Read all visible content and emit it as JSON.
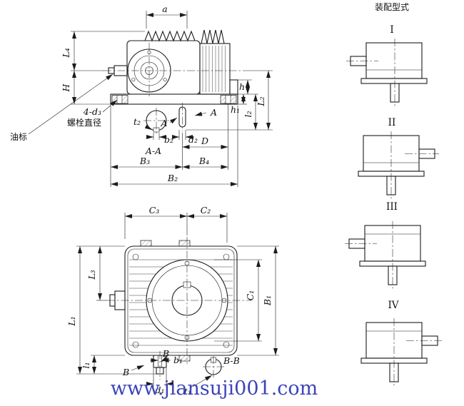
{
  "watermark": {
    "text": "www.jiansuji001.com",
    "color": "#3c43bb"
  },
  "assembly_panel": {
    "title": "装配型式",
    "types": [
      {
        "label": "I"
      },
      {
        "label": "II"
      },
      {
        "label": "III"
      },
      {
        "label": "IV"
      }
    ]
  },
  "side_view": {
    "section_label": "A-A",
    "cut_letter": "A",
    "callout_oil": "油标",
    "callout_bolt_count": "4-d₃",
    "callout_bolt_dia": "螺栓直径",
    "dim_a": "a",
    "dim_L4": "L₄",
    "dim_H": "H",
    "dim_h": "h",
    "dim_h1": "h₁",
    "dim_l2": "l₂",
    "dim_L2": "L₂",
    "dim_t2": "t₂",
    "dim_b2": "b₂",
    "dim_d2": "d₂",
    "dim_D": "D",
    "dim_B3": "B₃",
    "dim_B4": "B₄",
    "dim_B2": "B₂"
  },
  "plan_view": {
    "section_label": "B-B",
    "cut_letter": "B",
    "dim_C3": "C₃",
    "dim_C2": "C₂",
    "dim_L3": "L₃",
    "dim_L1": "L₁",
    "dim_l1": "l₁",
    "dim_b1": "b₁",
    "dim_d1": "d₁",
    "dim_t1": "t₁",
    "dim_C1": "C₁",
    "dim_B1": "B₁"
  }
}
